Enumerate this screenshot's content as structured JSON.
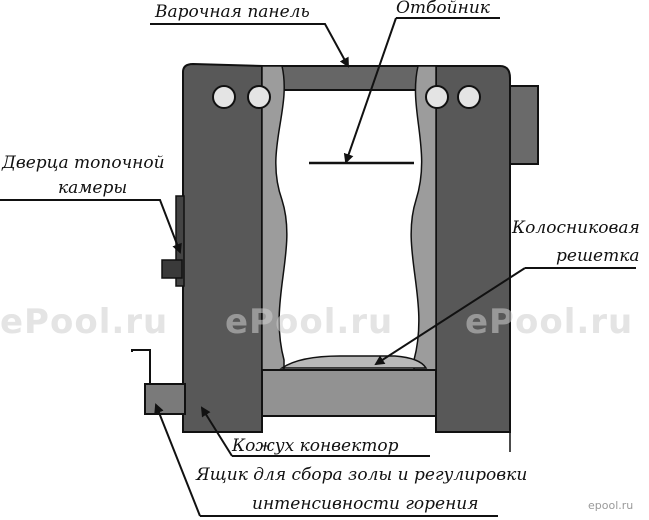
{
  "labels": {
    "hob": "Варочная панель",
    "deflector": "Отбойник",
    "firebox_door_line1": "Дверца топочной",
    "firebox_door_line2": "камеры",
    "grate_line1": "Колосниковая",
    "grate_line2": "решетка",
    "casing": "Кожух конвектор",
    "ash_box_line1": "Ящик для сбора золы и регулировки",
    "ash_box_line2": "интенсивности горения"
  },
  "watermarks": {
    "main": "ePool.ru",
    "small": "epool.ru"
  },
  "colors": {
    "panel": "#555555",
    "outline": "#111111",
    "background": "#ffffff"
  }
}
